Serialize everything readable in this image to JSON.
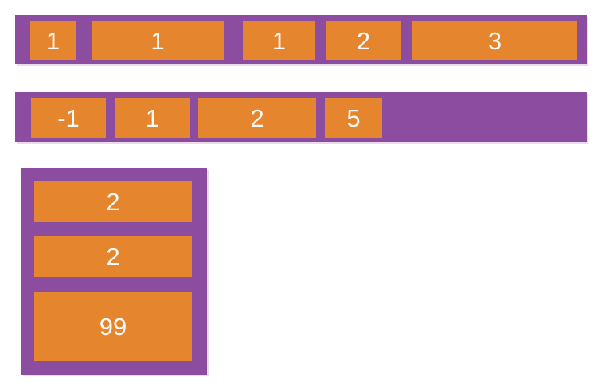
{
  "colors": {
    "container_purple": "#8c4da0",
    "item_orange": "#e5852d",
    "label_white": "#fbf9f8",
    "page_bg": "#ffffff"
  },
  "diagram": {
    "kind": "flexbox-illustration",
    "containers": [
      {
        "orientation": "row",
        "items": [
          {
            "value": "1"
          },
          {
            "value": "1"
          },
          {
            "value": "1"
          },
          {
            "value": "2"
          },
          {
            "value": "3"
          }
        ]
      },
      {
        "orientation": "row",
        "items": [
          {
            "value": "-1"
          },
          {
            "value": "1"
          },
          {
            "value": "2"
          },
          {
            "value": "5"
          }
        ]
      },
      {
        "orientation": "column",
        "items": [
          {
            "value": "2"
          },
          {
            "value": "2"
          },
          {
            "value": "99"
          }
        ]
      }
    ]
  }
}
